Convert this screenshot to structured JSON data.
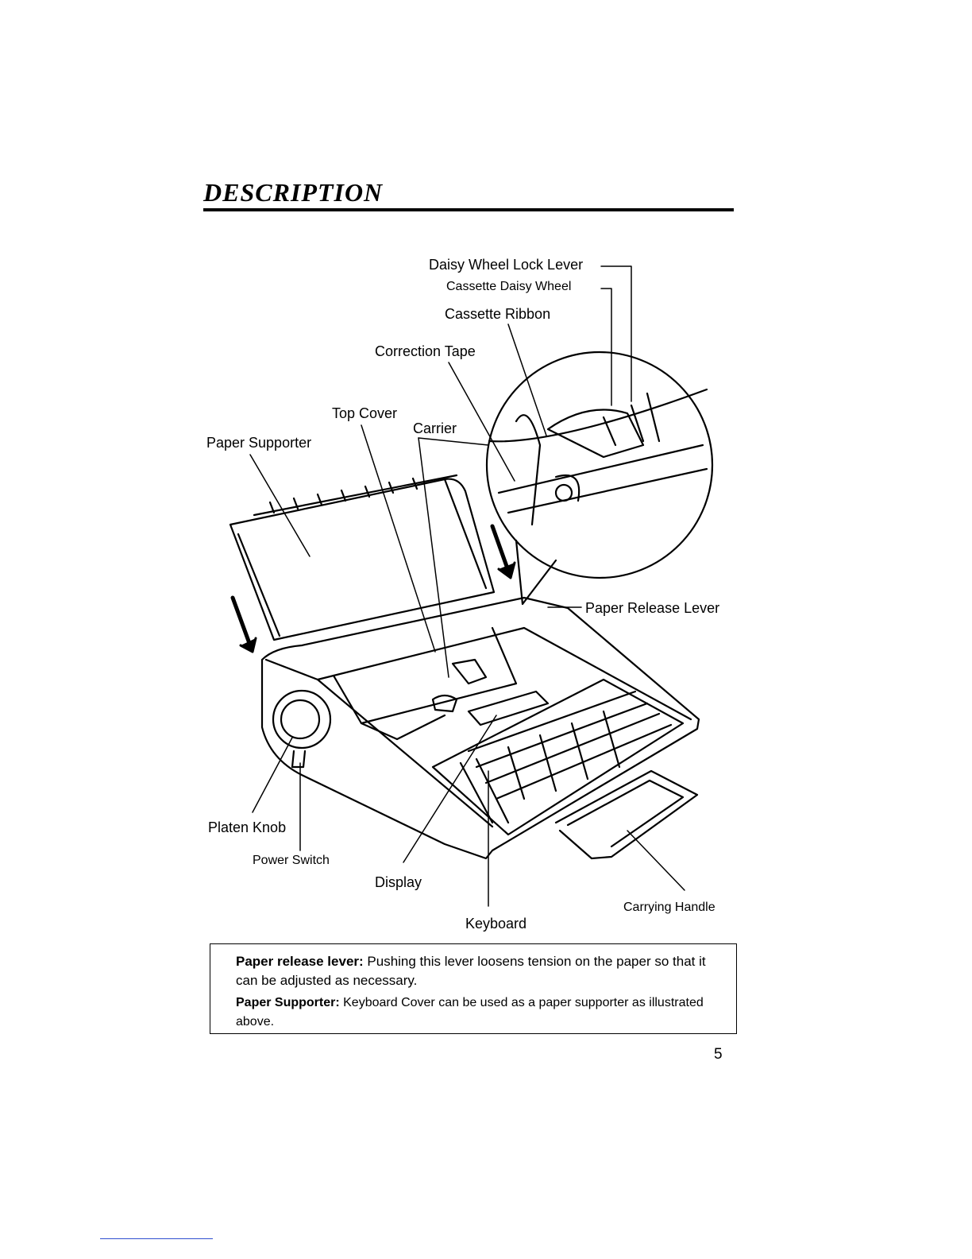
{
  "heading": "DESCRIPTION",
  "labels": {
    "daisy_wheel_lock_lever": "Daisy Wheel Lock Lever",
    "cassette_daisy_wheel": "Cassette Daisy Wheel",
    "cassette_ribbon": "Cassette Ribbon",
    "correction_tape": "Correction Tape",
    "top_cover": "Top Cover",
    "carrier": "Carrier",
    "paper_supporter": "Paper Supporter",
    "paper_release_lever": "Paper Release Lever",
    "platen_knob": "Platen Knob",
    "power_switch": "Power Switch",
    "display": "Display",
    "keyboard": "Keyboard",
    "carrying_handle": "Carrying Handle"
  },
  "notes": [
    {
      "term": "Paper release lever:",
      "text": " Pushing this lever loosens tension on the paper so that it can be adjusted as necessary."
    },
    {
      "term": "Paper Supporter:",
      "text": " Keyboard Cover can be used as a paper supporter as illustrated above."
    }
  ],
  "page_number": "5"
}
